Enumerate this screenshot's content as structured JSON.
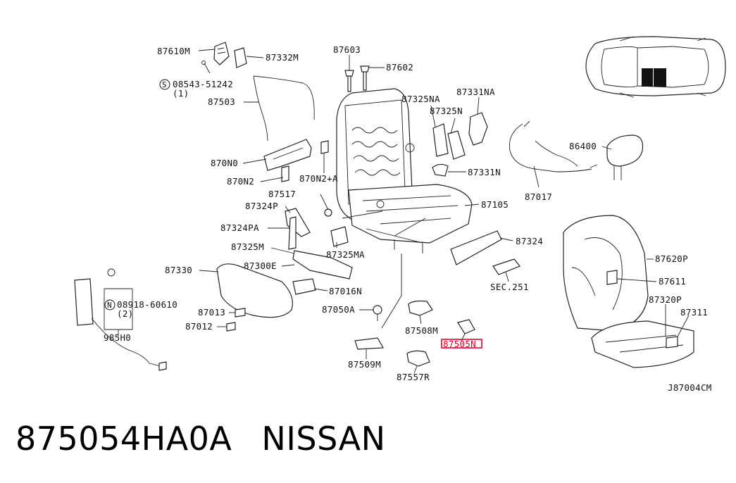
{
  "diagram_ref": "J87004CM",
  "part_number": "875054HA0A",
  "brand": "NISSAN",
  "highlight_color": "#e4002b",
  "labels": {
    "l87610M": "87610M",
    "l87332M": "87332M",
    "l08543": "08543-51242",
    "l08543q": "(1)",
    "l87503": "87503",
    "l870N0": "870N0",
    "l870N2": "870N2",
    "l870N2A": "870N2+A",
    "l87603": "87603",
    "l87602": "87602",
    "l87325NA": "87325NA",
    "l87331NA": "87331NA",
    "l87325N": "87325N",
    "l87331N": "87331N",
    "l87017": "87017",
    "l86400": "86400",
    "l87517": "87517",
    "l87324P": "87324P",
    "l87105": "87105",
    "l87324PA": "87324PA",
    "l87325MA": "87325MA",
    "l87325M": "87325M",
    "l87324": "87324",
    "l87330": "87330",
    "l87300E": "87300E",
    "l87016N": "87016N",
    "lSEC251": "SEC.251",
    "l87620P": "87620P",
    "l87611": "87611",
    "l08918": "08918-60610",
    "l08918q": "(2)",
    "l87013": "87013",
    "l87050A": "87050A",
    "l87320P": "87320P",
    "l87311": "87311",
    "l87012": "87012",
    "l87508M": "87508M",
    "l985H0": "985H0",
    "l87505N": "87505N",
    "l87509M": "87509M",
    "l87557R": "87557R",
    "circleS": "S",
    "circleN": "N"
  }
}
